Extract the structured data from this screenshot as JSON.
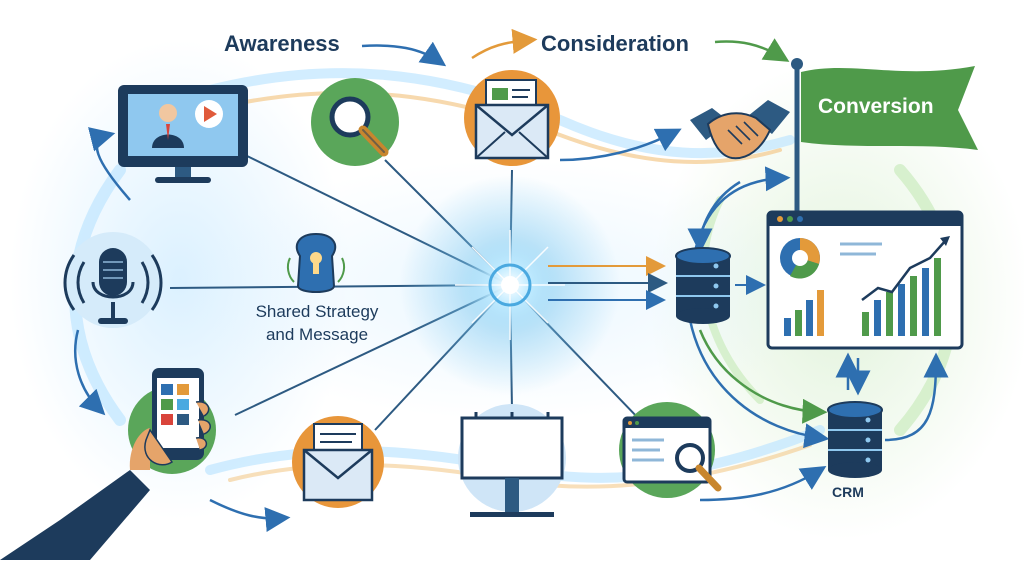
{
  "stages": {
    "awareness": "Awareness",
    "consideration": "Consideration",
    "conversion": "Conversion"
  },
  "center": {
    "line1": "Shared Strategy",
    "line2": "and Message"
  },
  "crm": {
    "label": "CRM"
  },
  "colors": {
    "navy": "#1d3b5c",
    "blue": "#2e6fb0",
    "green": "#4f9a4a",
    "orange": "#e39a3a",
    "glow": "#9fdcff"
  },
  "nodes": [
    "tv-video-icon",
    "magnifier-icon",
    "email-icon",
    "handshake-icon",
    "microphone-icon",
    "strategy-lock-icon",
    "database-icon",
    "dashboard-chart-icon",
    "smartphone-icon",
    "email-icon-bottom",
    "billboard-icon",
    "web-search-icon",
    "crm-database-icon"
  ]
}
